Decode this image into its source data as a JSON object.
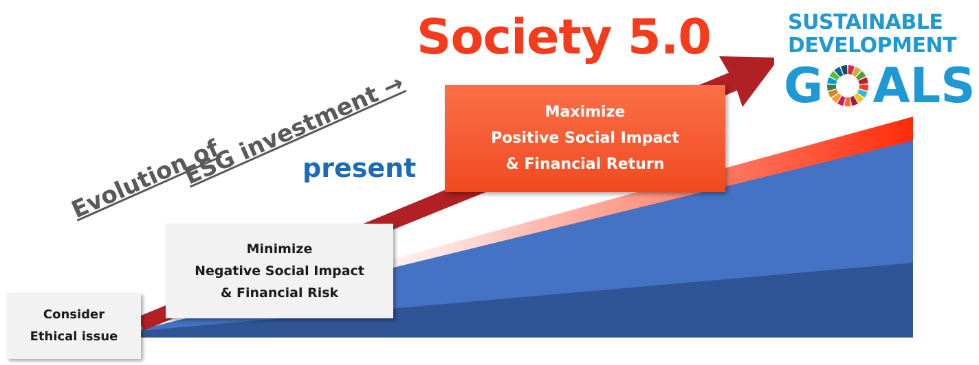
{
  "title": "Society 5.0",
  "present_label": "present",
  "evolution_label": {
    "line1": "Evolution of",
    "line2": "ESG investment →"
  },
  "stages": [
    {
      "line1": "Consider",
      "line2": "Ethical issue"
    },
    {
      "line1": "Minimize",
      "line2": "Negative Social Impact",
      "line3": "& Financial Risk"
    },
    {
      "line1": "Maximize",
      "line2": "Positive Social Impact",
      "line3": "& Financial Return"
    }
  ],
  "sdg_logo": {
    "line1": "SUSTAINABLE",
    "line2": "DEVELOPMENT",
    "goals_left": "G",
    "goals_right": "ALS",
    "wheel_colors": [
      "#e5243b",
      "#dda63a",
      "#4c9f38",
      "#c5192d",
      "#ff3a21",
      "#26bde2",
      "#fcc30b",
      "#a21942",
      "#fd6925",
      "#dd1367",
      "#fd9d24",
      "#bf8b2e",
      "#3f7e44",
      "#0a97d9",
      "#56c02b",
      "#00689d",
      "#19486a"
    ]
  },
  "colors": {
    "title": "#f43b1c",
    "present": "#1b6bb8",
    "arrow": "#b02024",
    "blue_area": "#4472c4",
    "dark_area": "#2f5597",
    "red_area": "#ff2b0a"
  }
}
